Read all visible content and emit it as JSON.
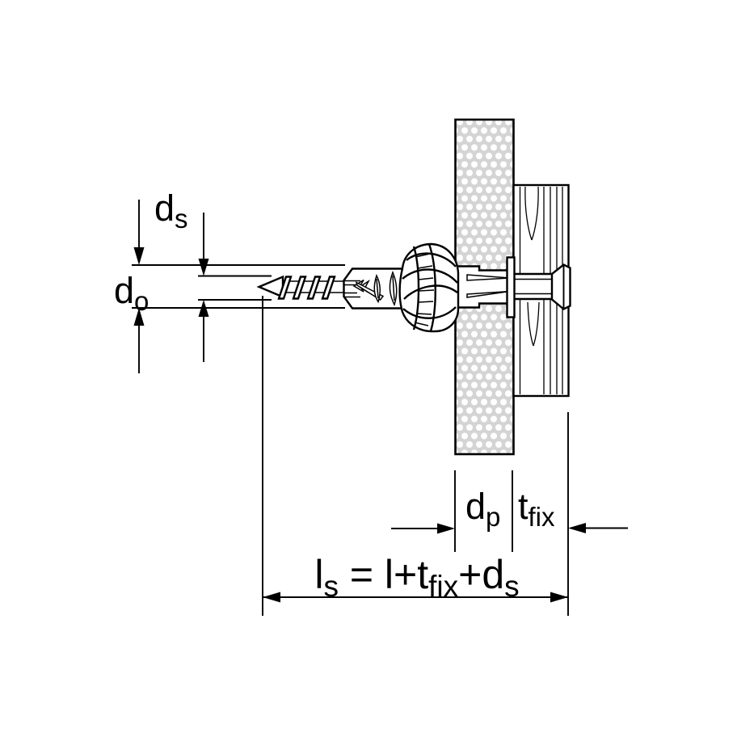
{
  "colors": {
    "line": "#000000",
    "wall_fill": "#d4d4d4",
    "wall_dots": "#ffffff",
    "part_fill": "#ffffff",
    "background": "#ffffff"
  },
  "labels": {
    "ds": {
      "main": "d",
      "sub": "s"
    },
    "do": {
      "main": "d",
      "sub": "o"
    },
    "dp": {
      "main": "d",
      "sub": "p"
    },
    "tfix": {
      "main": "t",
      "sub": "fix"
    },
    "formula": [
      "l",
      "s",
      " = l+t",
      "fix",
      "+d",
      "s"
    ]
  }
}
